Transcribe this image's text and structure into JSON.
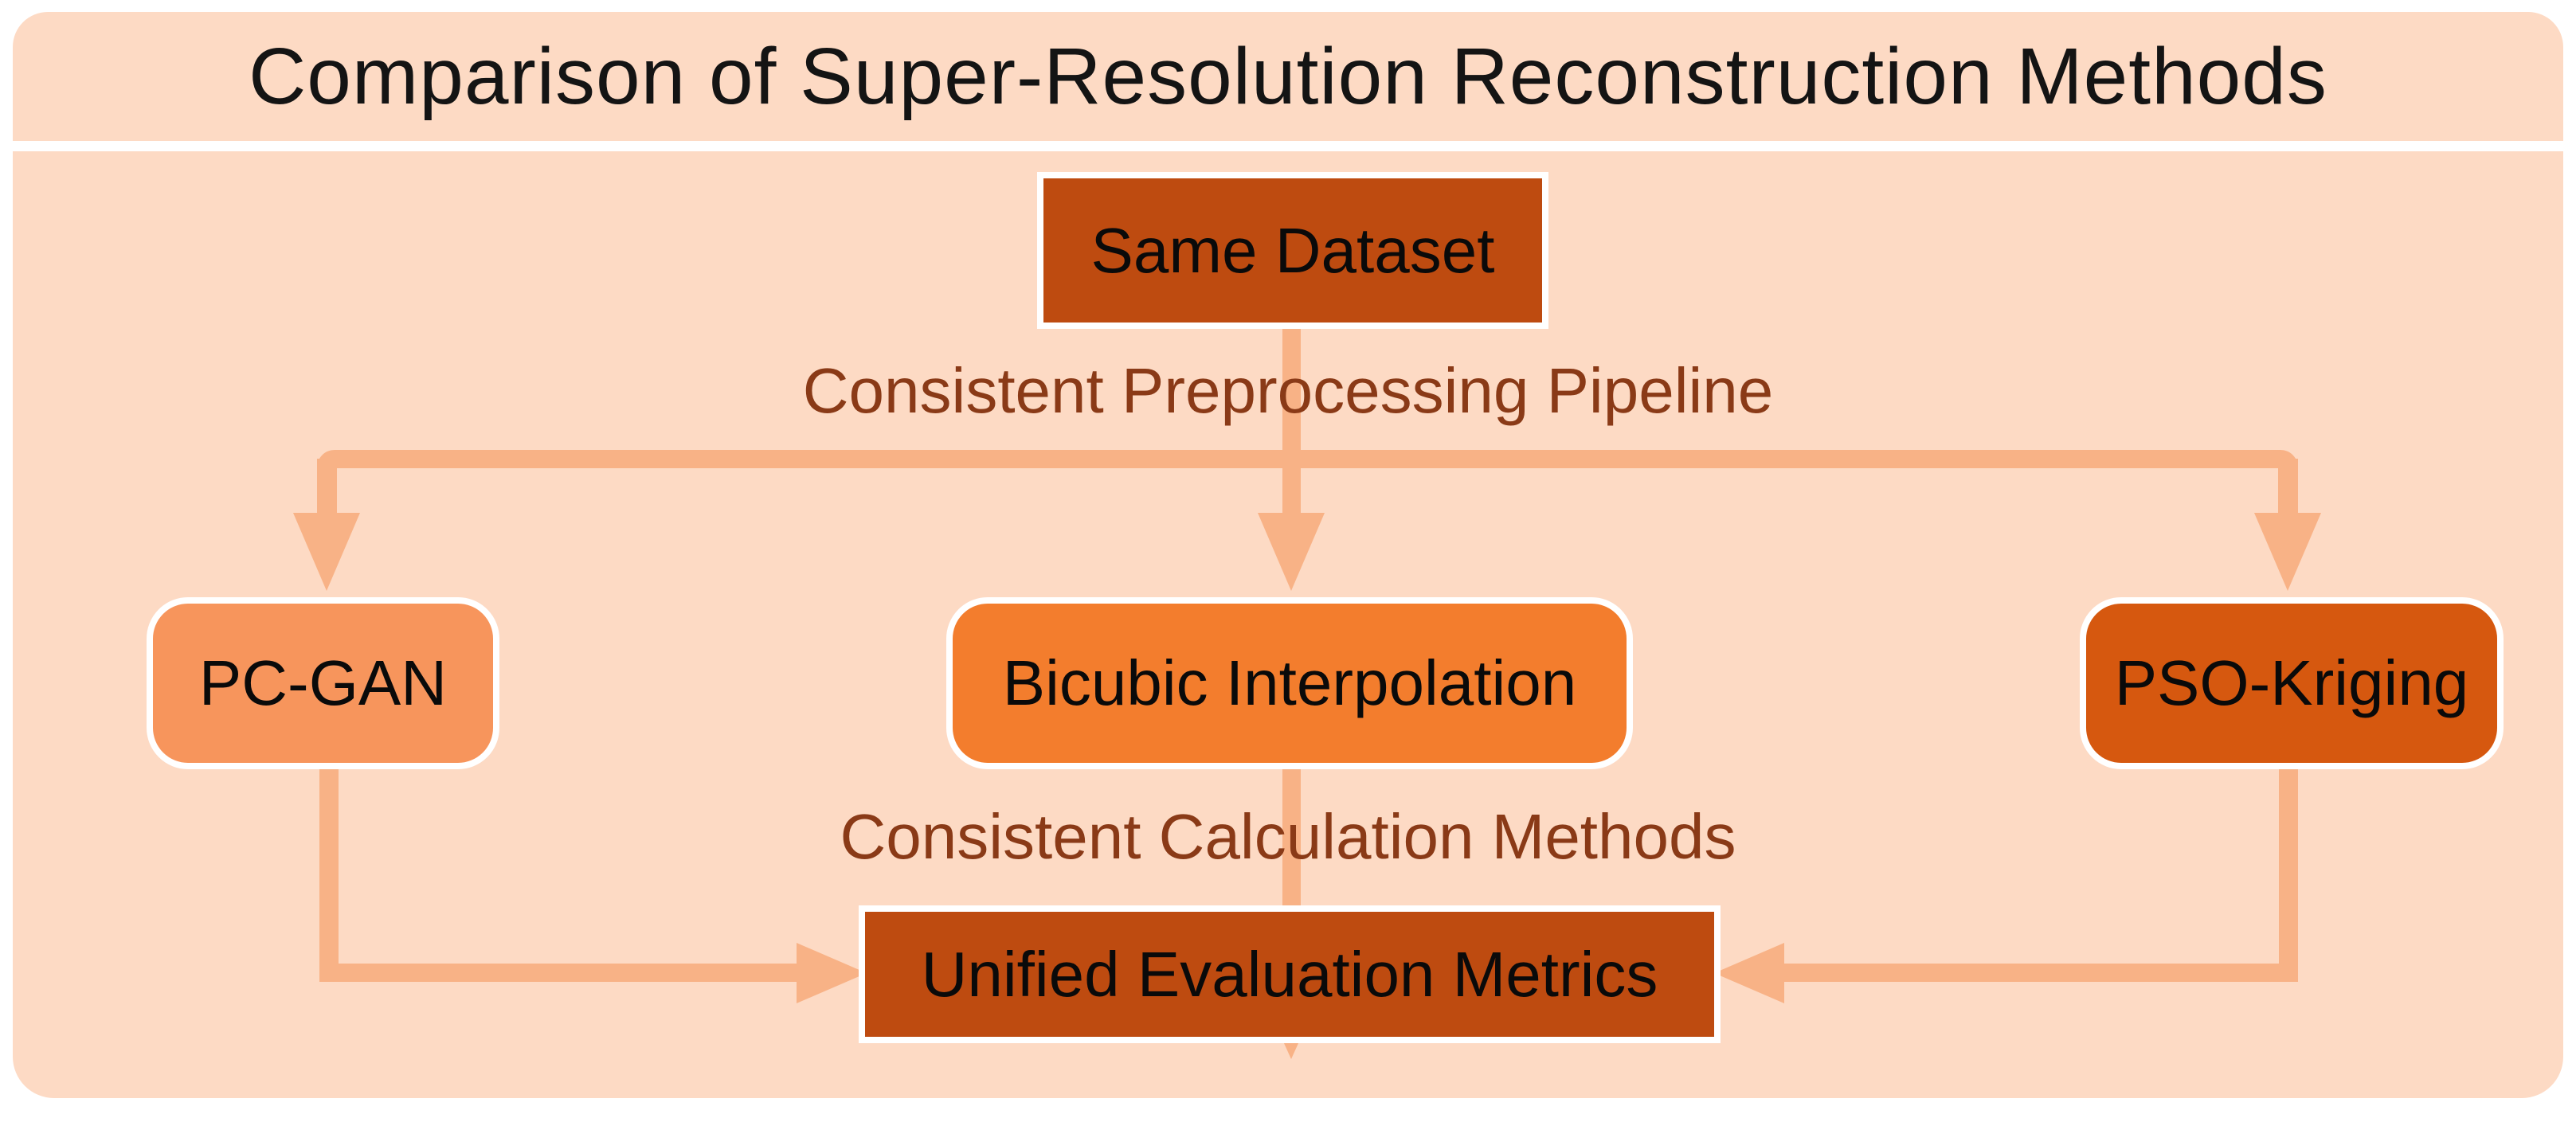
{
  "title": "Comparison of Super-Resolution Reconstruction Methods",
  "nodes": {
    "same_dataset": {
      "label": "Same Dataset"
    },
    "pc_gan": {
      "label": "PC-GAN"
    },
    "bicubic": {
      "label": "Bicubic Interpolation"
    },
    "pso_kriging": {
      "label": "PSO-Kriging"
    },
    "unified_metrics": {
      "label": "Unified Evaluation Metrics"
    }
  },
  "annotations": {
    "preprocessing": "Consistent Preprocessing Pipeline",
    "calculation": "Consistent Calculation Methods"
  },
  "colors": {
    "panel_bg": "#FDDAC4",
    "connector": "#F8B286",
    "dark_box": "#BE4B10",
    "pso_box": "#D6580F",
    "bicubic_box": "#F37D2D",
    "pcgan_box": "#F7955C",
    "label_text": "#8A3A17",
    "title_text": "#141414",
    "box_text": "#0A0A0A",
    "page_bg": "#FFFFFF"
  }
}
